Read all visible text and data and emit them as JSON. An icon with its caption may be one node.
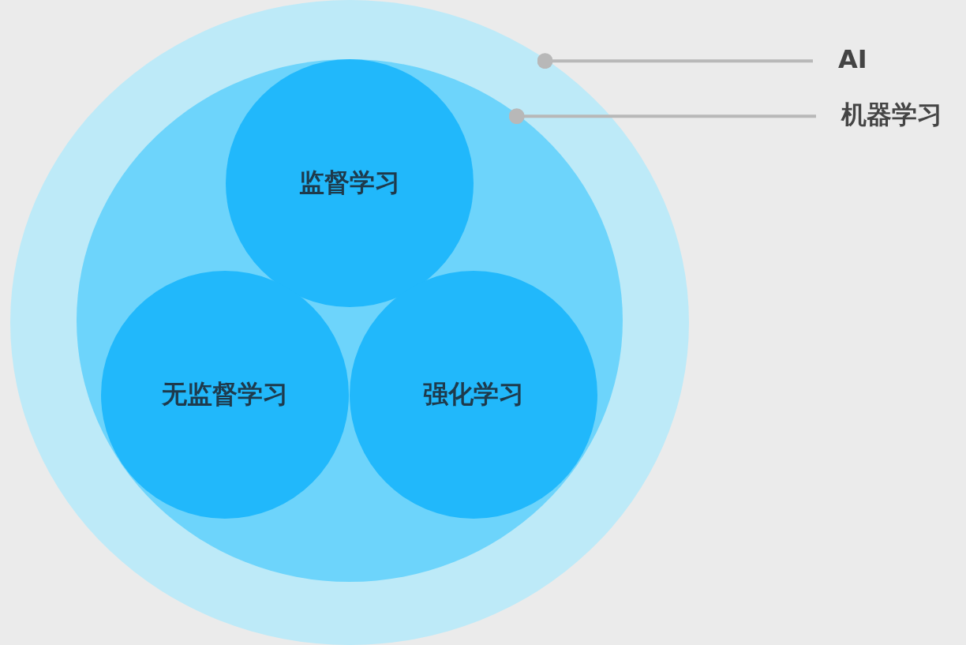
{
  "diagram": {
    "nodes": [
      {
        "text": [],
        "shape": "circle"
      },
      {
        "text": [],
        "shape": "circle",
        "in": 0
      },
      {
        "text": [
          "监督学习"
        ],
        "in": 1
      },
      {
        "text": [
          "无监督学习"
        ],
        "in": 1
      },
      {
        "text": [
          "强化学习"
        ],
        "in": 1
      },
      {
        "text": [
          "AI"
        ]
      },
      {
        "text": [
          "机器学习"
        ]
      }
    ],
    "edges": [
      {
        "from": 5,
        "to": 0,
        "arrow": "other"
      },
      {
        "from": 6,
        "to": 1,
        "arrow": "other"
      }
    ]
  }
}
